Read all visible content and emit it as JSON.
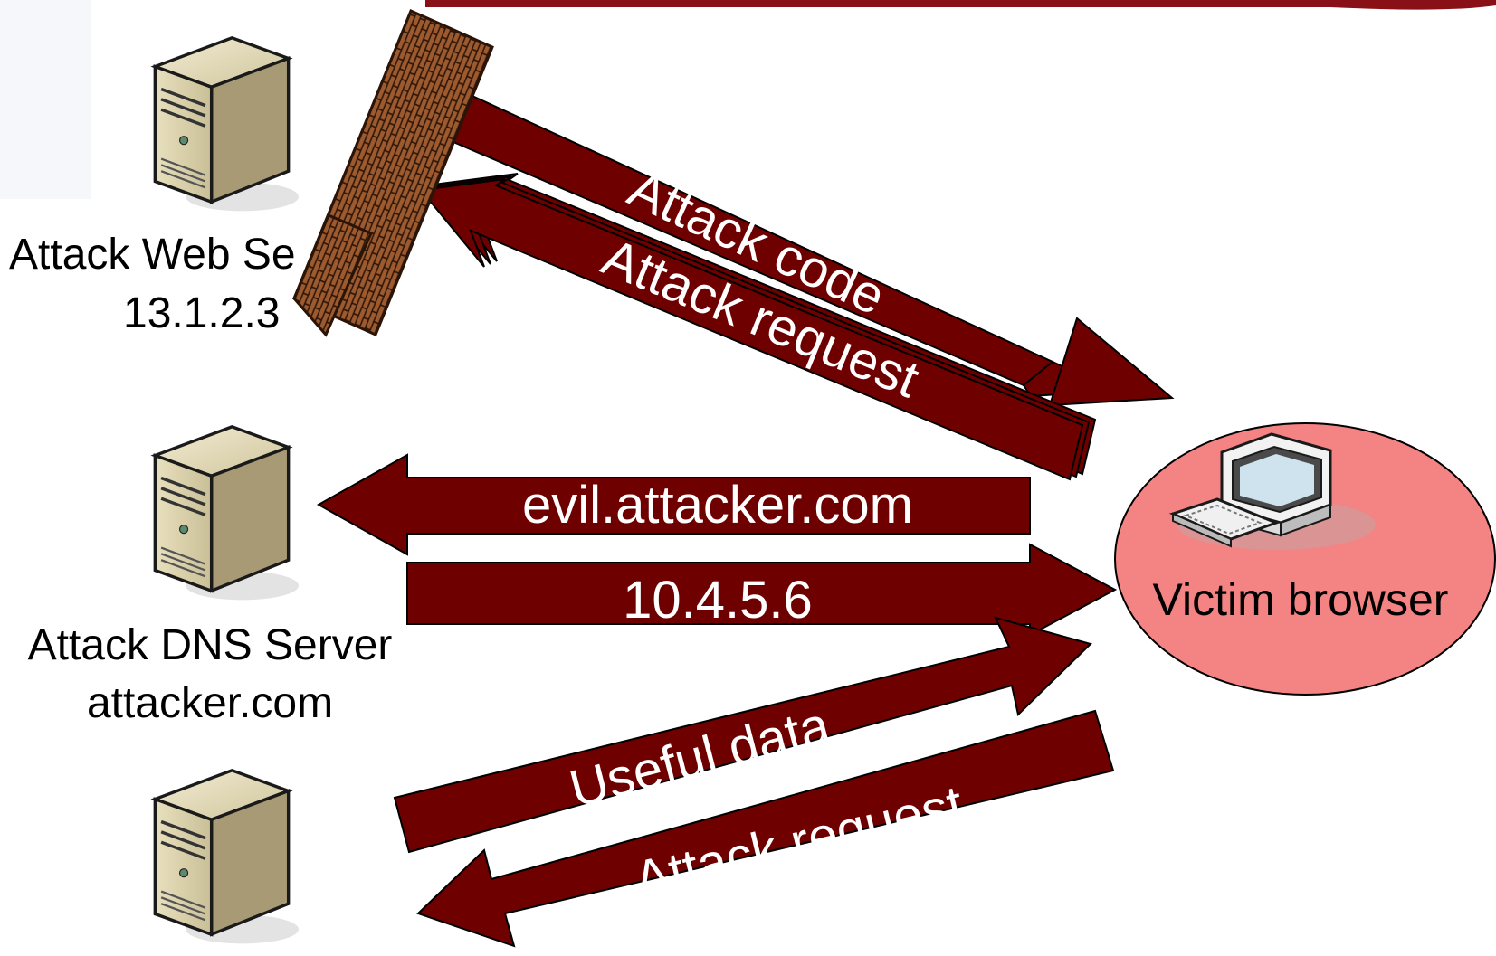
{
  "colors": {
    "arrow_fill": "#6f0000",
    "arrow_stroke": "#000000",
    "arrow_text": "#ffffff",
    "victim_fill": "#f48383",
    "wall_fill": "#9c5a2e",
    "server_face": "#d8cfa8",
    "server_side": "#a39572",
    "top_band": "#8a1018",
    "label_text": "#000000"
  },
  "servers": {
    "web": {
      "name": "Attack Web Se",
      "ip": "13.1.2.3",
      "icon": "server-icon"
    },
    "dns": {
      "name": "Attack DNS Server",
      "domain": "attacker.com",
      "icon": "server-icon"
    },
    "bottom": {
      "icon": "server-icon"
    }
  },
  "firewall": {
    "icon": "brick-wall-icon"
  },
  "victim": {
    "label": "Victim browser",
    "icon": "desktop-computer-icon"
  },
  "arrows": {
    "attack_code": "Attack code",
    "attack_request_top": "Attack request",
    "dns_query": "evil.attacker.com",
    "dns_response": "10.4.5.6",
    "useful_data": "Useful data",
    "attack_request_bottom": "Attack request"
  }
}
